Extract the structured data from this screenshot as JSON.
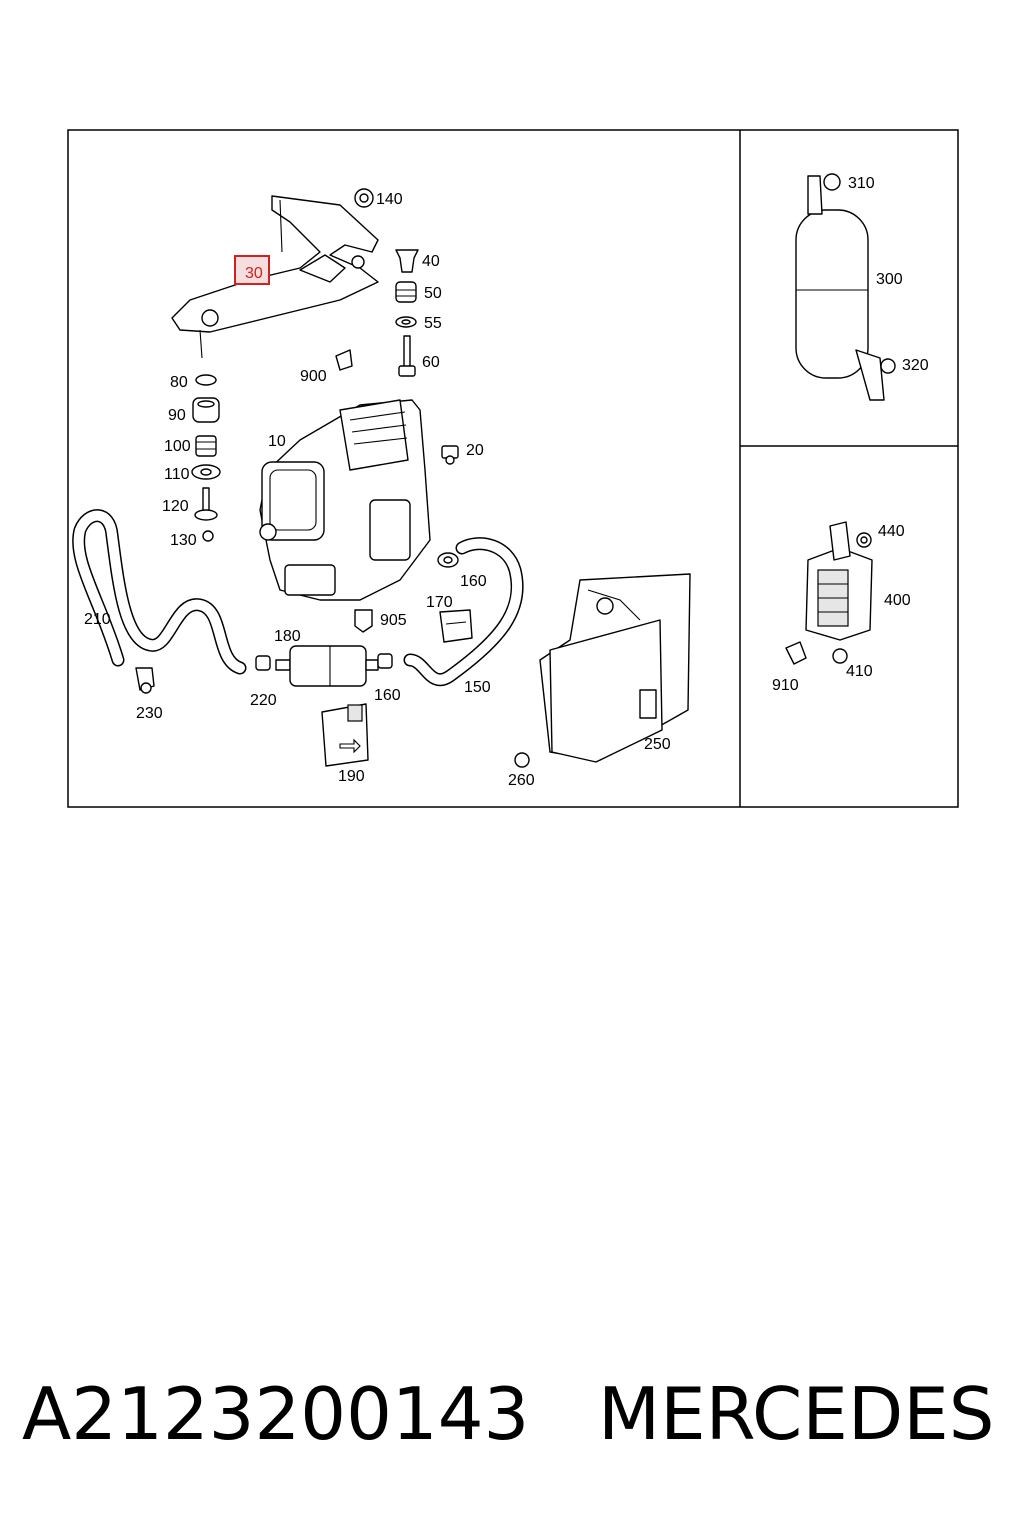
{
  "diagram": {
    "highlighted_part": "30",
    "callouts": {
      "c140": "140",
      "c40": "40",
      "c50": "50",
      "c55": "55",
      "c60": "60",
      "c30": "30",
      "c900": "900",
      "c80": "80",
      "c90": "90",
      "c100": "100",
      "c110": "110",
      "c120": "120",
      "c130": "130",
      "c10": "10",
      "c20": "20",
      "c160a": "160",
      "c170": "170",
      "c905": "905",
      "c180": "180",
      "c210": "210",
      "c220": "220",
      "c160b": "160",
      "c150": "150",
      "c230": "230",
      "c190": "190",
      "c250": "250",
      "c260": "260",
      "c310": "310",
      "c300": "300",
      "c320": "320",
      "c440": "440",
      "c400": "400",
      "c910": "910",
      "c410": "410"
    }
  },
  "footer": {
    "part_number": "A2123200143",
    "brand": "MERCEDES"
  },
  "colors": {
    "highlight": "#d02020",
    "highlight_fill": "#f6dede"
  }
}
